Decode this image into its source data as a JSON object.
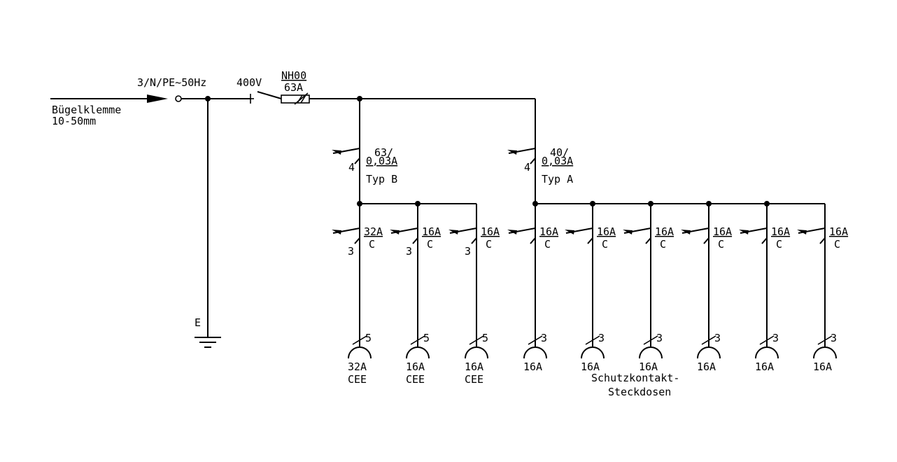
{
  "supply": {
    "label": "3/N/PE~50Hz",
    "voltage": "400V",
    "clamp_line1": "Bügelklemme",
    "clamp_line2": "10-50mm"
  },
  "main_fuse": {
    "type": "NH00",
    "rating": "63A"
  },
  "earth": {
    "label": "E"
  },
  "rcds": [
    {
      "rating_top": "63/",
      "rating_bottom": "0,03A",
      "type": "Typ B",
      "poles": "4"
    },
    {
      "rating_top": "40/",
      "rating_bottom": "0,03A",
      "type": "Typ A",
      "poles": "4"
    }
  ],
  "breakers": [
    {
      "rating": "32A",
      "char": "C",
      "poles": "3"
    },
    {
      "rating": "16A",
      "char": "C",
      "poles": "3"
    },
    {
      "rating": "16A",
      "char": "C",
      "poles": "3"
    },
    {
      "rating": "16A",
      "char": "C",
      "poles": ""
    },
    {
      "rating": "16A",
      "char": "C",
      "poles": ""
    },
    {
      "rating": "16A",
      "char": "C",
      "poles": ""
    },
    {
      "rating": "16A",
      "char": "C",
      "poles": ""
    },
    {
      "rating": "16A",
      "char": "C",
      "poles": ""
    },
    {
      "rating": "16A",
      "char": "C",
      "poles": ""
    }
  ],
  "outlets": [
    {
      "wires": "5",
      "rating": "32A",
      "kind": "CEE"
    },
    {
      "wires": "5",
      "rating": "16A",
      "kind": "CEE"
    },
    {
      "wires": "5",
      "rating": "16A",
      "kind": "CEE"
    },
    {
      "wires": "3",
      "rating": "16A",
      "kind": ""
    },
    {
      "wires": "3",
      "rating": "16A",
      "kind": ""
    },
    {
      "wires": "3",
      "rating": "16A",
      "kind": ""
    },
    {
      "wires": "3",
      "rating": "16A",
      "kind": ""
    },
    {
      "wires": "3",
      "rating": "16A",
      "kind": ""
    },
    {
      "wires": "3",
      "rating": "16A",
      "kind": ""
    }
  ],
  "schuko_caption": {
    "line1": "Schutzkontakt-",
    "line2": "Steckdosen"
  }
}
